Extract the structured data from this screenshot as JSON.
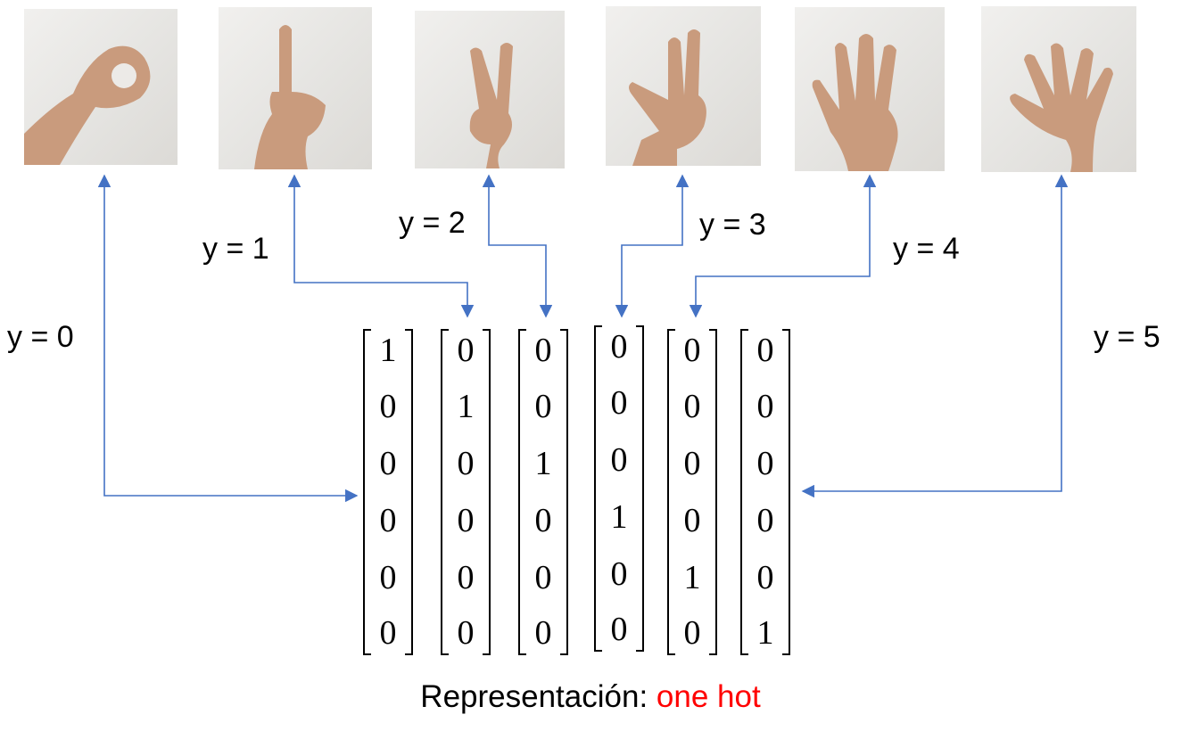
{
  "images": [
    {
      "name": "hand-sign-zero-image"
    },
    {
      "name": "hand-sign-one-image"
    },
    {
      "name": "hand-sign-two-image"
    },
    {
      "name": "hand-sign-three-image"
    },
    {
      "name": "hand-sign-four-image"
    },
    {
      "name": "hand-sign-five-image"
    }
  ],
  "labels": [
    "y = 0",
    "y = 1",
    "y = 2",
    "y = 3",
    "y = 4",
    "y = 5"
  ],
  "vectors": [
    [
      "1",
      "0",
      "0",
      "0",
      "0",
      "0"
    ],
    [
      "0",
      "1",
      "0",
      "0",
      "0",
      "0"
    ],
    [
      "0",
      "0",
      "1",
      "0",
      "0",
      "0"
    ],
    [
      "0",
      "0",
      "0",
      "1",
      "0",
      "0"
    ],
    [
      "0",
      "0",
      "0",
      "0",
      "1",
      "0"
    ],
    [
      "0",
      "0",
      "0",
      "0",
      "0",
      "1"
    ]
  ],
  "caption": {
    "prefix": "Representación: ",
    "highlight": "one hot"
  },
  "colors": {
    "arrow": "#4472c4",
    "highlight": "#ff0000",
    "skin": "#c99b7d"
  }
}
